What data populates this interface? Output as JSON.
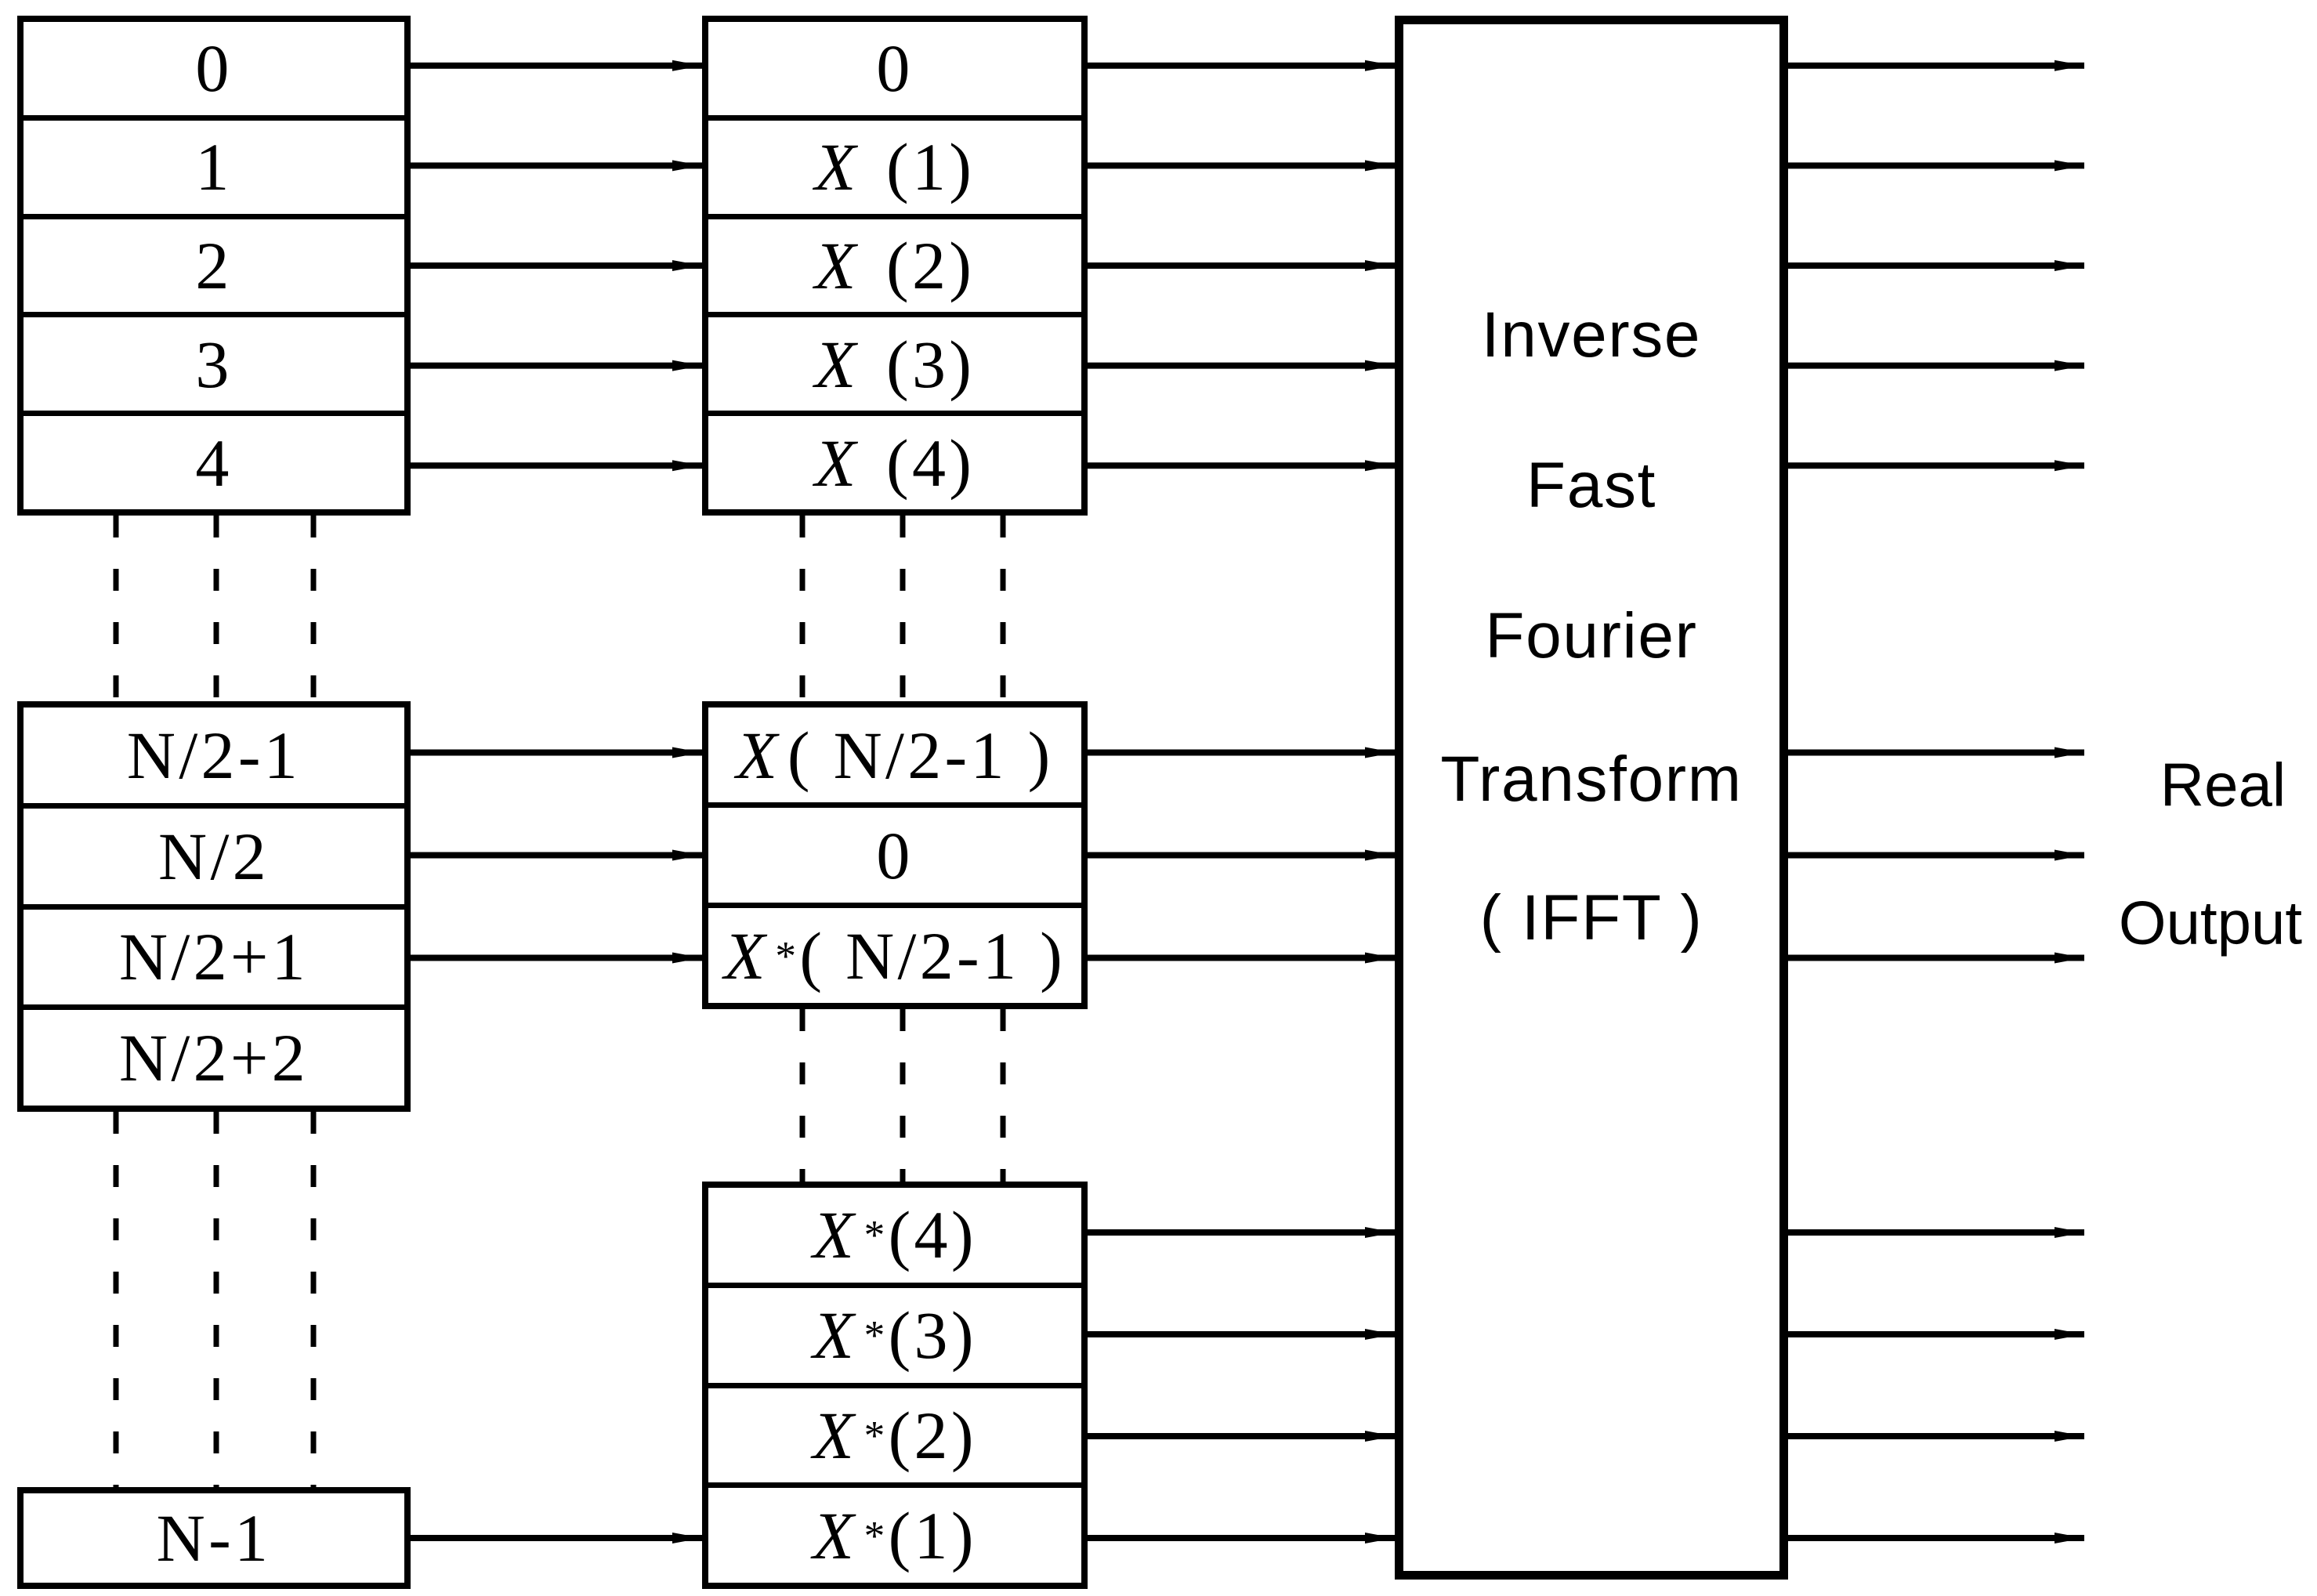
{
  "diagram": {
    "background": "#ffffff",
    "ink": "#000000"
  },
  "input_column": {
    "top_cells": [
      "0",
      "1",
      "2",
      "3",
      "4"
    ],
    "middle_cells": [
      "N/2-1",
      "N/2",
      "N/2+1",
      "N/2+2"
    ],
    "bottom_cells": [
      "N-1"
    ]
  },
  "frequency_column": {
    "top_cells": [
      "0",
      "X (1)",
      "X (2)",
      "X (3)",
      "X (4)"
    ],
    "middle_cells": [
      "X( N/2-1 )",
      "0",
      "X*( N/2-1 )"
    ],
    "bottom_cells": [
      "X*(4)",
      "X*(3)",
      "X*(2)",
      "X*(1)"
    ]
  },
  "ifft_block": {
    "label_lines": [
      "Inverse",
      "Fast",
      "Fourier",
      "Transform",
      "( IFFT )"
    ]
  },
  "output_label": {
    "line1": "Real",
    "line2": "Output"
  }
}
